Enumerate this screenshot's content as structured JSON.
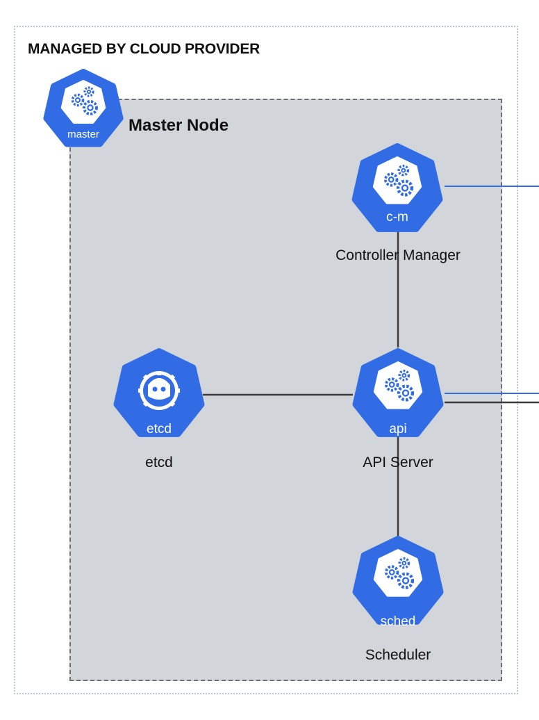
{
  "outer": {
    "title": "MANAGED BY CLOUD PROVIDER"
  },
  "master_node": {
    "title": "Master Node"
  },
  "badges": {
    "master": "master"
  },
  "components": {
    "controller_manager": {
      "badge": "c-m",
      "label": "Controller Manager"
    },
    "api_server": {
      "badge": "api",
      "label": "API Server"
    },
    "etcd": {
      "badge": "etcd",
      "label": "etcd"
    },
    "scheduler": {
      "badge": "sched",
      "label": "Scheduler"
    }
  },
  "colors": {
    "k8s_blue": "#326ce5",
    "master_box": "#d2d5da",
    "connector": "#3b3b3b",
    "external_link": "#326ce5"
  },
  "icons": {
    "components": "kubernetes-gears-icon",
    "etcd": "etcd-logo-icon"
  }
}
